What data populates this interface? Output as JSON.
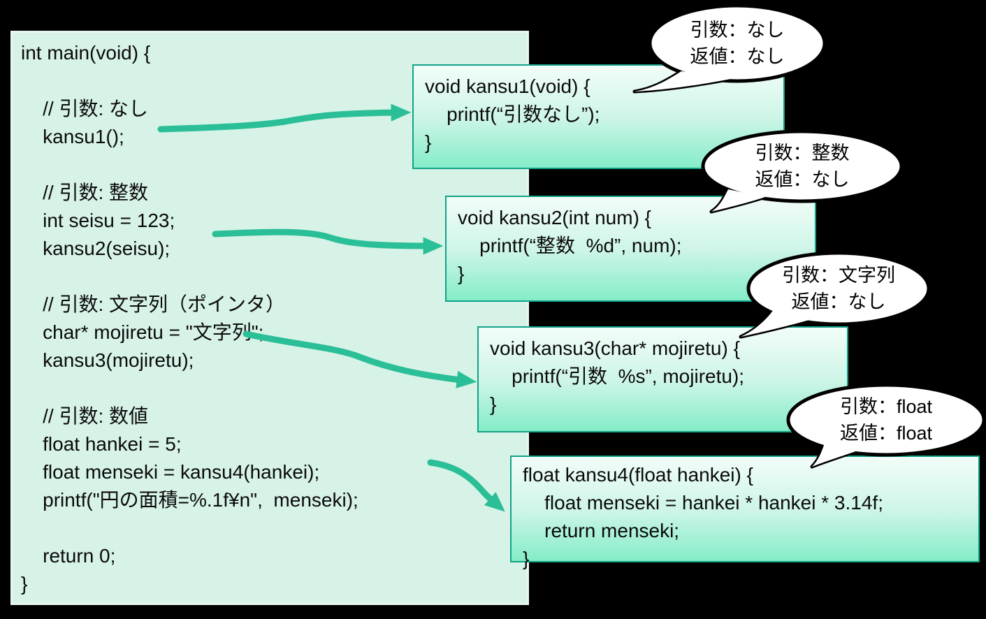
{
  "colors": {
    "background": "#000000",
    "main_box_fill": "#d7f3e7",
    "main_box_border": "#e9f7f0",
    "function_box_border": "#12a287",
    "function_box_gradient_top": "#f2fdf8",
    "function_box_gradient_bottom": "#84edc8",
    "arrow": "#2abf97",
    "bubble_fill": "#ffffff",
    "bubble_border": "#000000",
    "code_text": "#0a0a0a"
  },
  "main_code": {
    "lines": [
      "int main(void) {",
      "",
      "    // 引数: なし",
      "    kansu1();",
      "",
      "    // 引数: 整数",
      "    int seisu = 123;",
      "    kansu2(seisu);",
      "",
      "    // 引数: 文字列（ポインタ）",
      "    char* mojiretu = \"文字列\";",
      "    kansu3(mojiretu);",
      "",
      "    // 引数: 数値",
      "    float hankei = 5;",
      "    float menseki = kansu4(hankei);",
      "    printf(\"円の面積=%.1f¥n\",  menseki);",
      "",
      "    return 0;",
      "}"
    ]
  },
  "functions": [
    {
      "name": "kansu1",
      "lines": [
        "void kansu1(void) {",
        "    printf(“引数なし”);",
        "}"
      ]
    },
    {
      "name": "kansu2",
      "lines": [
        "void kansu2(int num) {",
        "    printf(“整数  %d”, num);",
        "}"
      ]
    },
    {
      "name": "kansu3",
      "lines": [
        "void kansu3(char* mojiretu) {",
        "    printf(“引数  %s”, mojiretu);",
        "}"
      ]
    },
    {
      "name": "kansu4",
      "lines": [
        "float kansu4(float hankei) {",
        "    float menseki = hankei * hankei * 3.14f;",
        "    return menseki;",
        "}"
      ]
    }
  ],
  "bubbles": [
    {
      "lines": [
        "引数：なし",
        "返値：なし"
      ]
    },
    {
      "lines": [
        "引数：整数",
        "返値：なし"
      ]
    },
    {
      "lines": [
        "引数：文字列",
        "返値：なし"
      ]
    },
    {
      "lines": [
        "引数：float",
        "返値：float"
      ]
    }
  ]
}
